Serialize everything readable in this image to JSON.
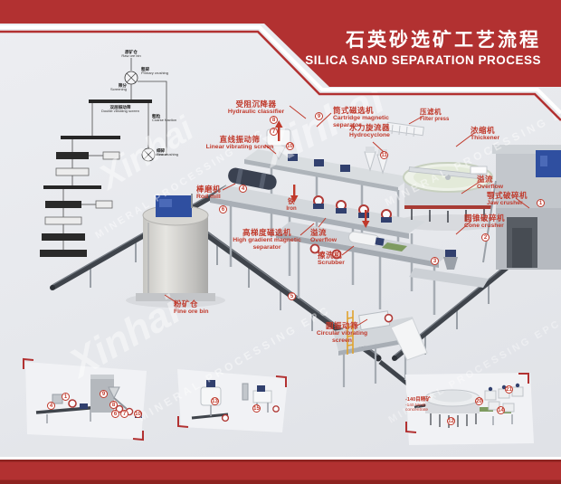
{
  "header": {
    "title_zh": "石英砂选矿工艺流程",
    "title_en": "SILICA SAND SEPARATION PROCESS"
  },
  "colors": {
    "accent_red": "#b23131",
    "dark_red": "#8e2320",
    "label_red": "#c0392b",
    "machine_blue": "#2f4fa0"
  },
  "watermark": {
    "brand": "Xinhai",
    "tagline": "MINERAL PROCESSING EPC"
  },
  "flowchart": {
    "nodes": [
      {
        "zh": "原矿仓",
        "en": "Raw ore bin"
      },
      {
        "zh": "粗碎",
        "en": "Primary crushing"
      },
      {
        "zh": "筛分",
        "en": "Screening"
      },
      {
        "zh": "双层振动筛",
        "en": "Double vibrating screen"
      },
      {
        "zh": "粗粒",
        "en": "Coarse fraction"
      },
      {
        "zh": "细碎",
        "en": "Fine crushing"
      }
    ]
  },
  "labels": [
    {
      "id": "hydraulic-classifier",
      "zh": "受阻沉降器",
      "en": "Hydraulic classifier"
    },
    {
      "id": "cartridge-magnetic-separator",
      "zh": "筒式磁选机",
      "en": "Cartridge magnetic separator"
    },
    {
      "id": "hydrocyclone",
      "zh": "水力旋流器",
      "en": "Hydrocyclone"
    },
    {
      "id": "filter-press",
      "zh": "压滤机",
      "en": "Filter press"
    },
    {
      "id": "thickener",
      "zh": "浓缩机",
      "en": "Thickener"
    },
    {
      "id": "linear-vibrating-screen",
      "zh": "直线振动筛",
      "en": "Linear vibrating screen"
    },
    {
      "id": "rod-mill",
      "zh": "棒磨机",
      "en": "Rod mill"
    },
    {
      "id": "high-gradient-magnetic-separator",
      "zh": "高梯度磁选机",
      "en": "High gradient magnetic separator"
    },
    {
      "id": "overflow-mid",
      "zh": "溢流",
      "en": "Overflow"
    },
    {
      "id": "scrubber",
      "zh": "擦洗机",
      "en": "Scrubber"
    },
    {
      "id": "overflow-thickener",
      "zh": "溢流",
      "en": "Overflow"
    },
    {
      "id": "jaw-crusher",
      "zh": "颚式破碎机",
      "en": "Jaw crusher"
    },
    {
      "id": "cone-crusher",
      "zh": "圆锥破碎机",
      "en": "Cone crusher"
    },
    {
      "id": "fine-ore-bin",
      "zh": "粉矿仓",
      "en": "Fine ore bin"
    },
    {
      "id": "circular-vibrating-screen",
      "zh": "圆振动筛",
      "en": "Circular vibrating screen"
    }
  ],
  "iron_label": {
    "zh": "铁",
    "en": "Iron"
  },
  "inset_note": {
    "zh": "-140目精矿",
    "en": "-140 Mesh concentrate"
  },
  "badges_main": [
    "8",
    "7",
    "10",
    "9",
    "11",
    "6",
    "4",
    "5",
    "1",
    "2",
    "3"
  ],
  "insets": {
    "left": {
      "numbers": [
        "1",
        "4",
        "9",
        "8",
        "6",
        "7",
        "10"
      ]
    },
    "middle": {
      "numbers": [
        "13",
        "15"
      ]
    },
    "right": {
      "numbers": [
        "12",
        "20",
        "21",
        "14"
      ]
    }
  }
}
